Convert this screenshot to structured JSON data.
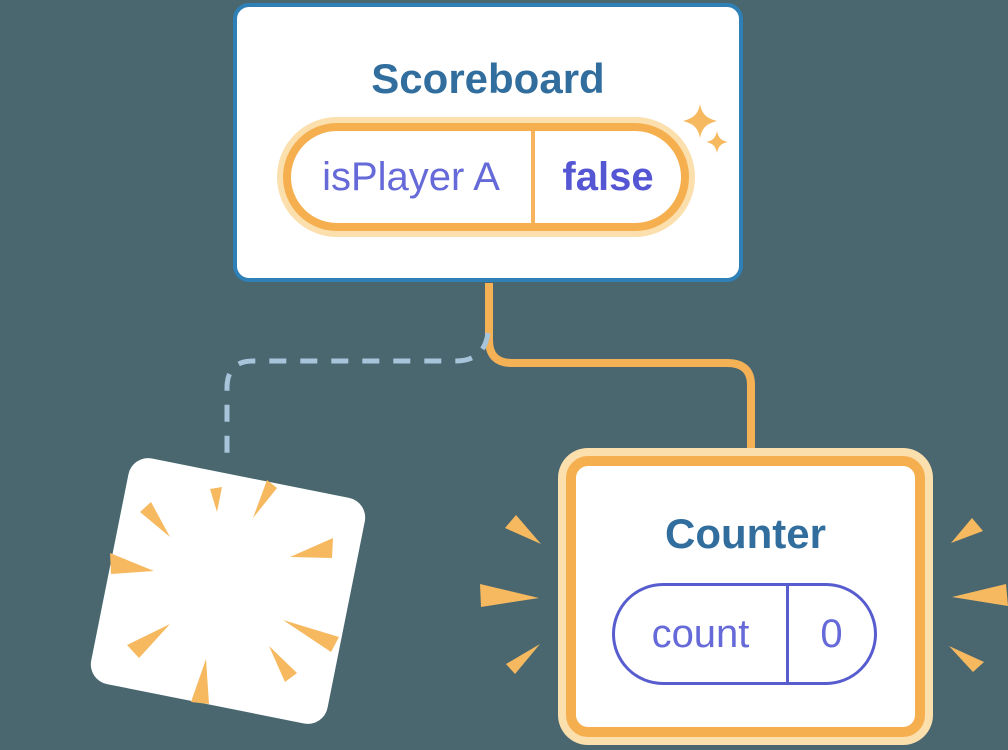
{
  "canvas": {
    "background": "#4A6770"
  },
  "colors": {
    "canvas_background": "#4A6770",
    "card_background": "#FFFFFF",
    "scoreboard_border": "#2E80B6",
    "title_text": "#316E9E",
    "state_key_text": "#666AD8",
    "state_value_text": "#5456D4",
    "counter_pill_border": "#575CCF",
    "orange_line": "#F5B156",
    "orange_ring": "#F5AF4F",
    "orange_ring_light": "#FBDFAD",
    "orange_divider": "#F7B45C",
    "burst_orange": "#F6B95F",
    "dashed_line": "#A7C4DB"
  },
  "scoreboard": {
    "title": "Scoreboard",
    "state": {
      "key": "isPlayer A",
      "value": "false"
    }
  },
  "counter": {
    "title": "Counter",
    "state": {
      "key": "count",
      "value": "0"
    }
  },
  "icons": {
    "sparkles_icon": "two four-point stars ✦",
    "explosion_burst_icon": "radiating orange wedges (component destroyed)",
    "emphasis_marks_icon": "orange wedges flanking card (component created)"
  },
  "connections": {
    "solid_line": "Scoreboard to new Counter instance",
    "dashed_line": "Scoreboard to removed component"
  }
}
